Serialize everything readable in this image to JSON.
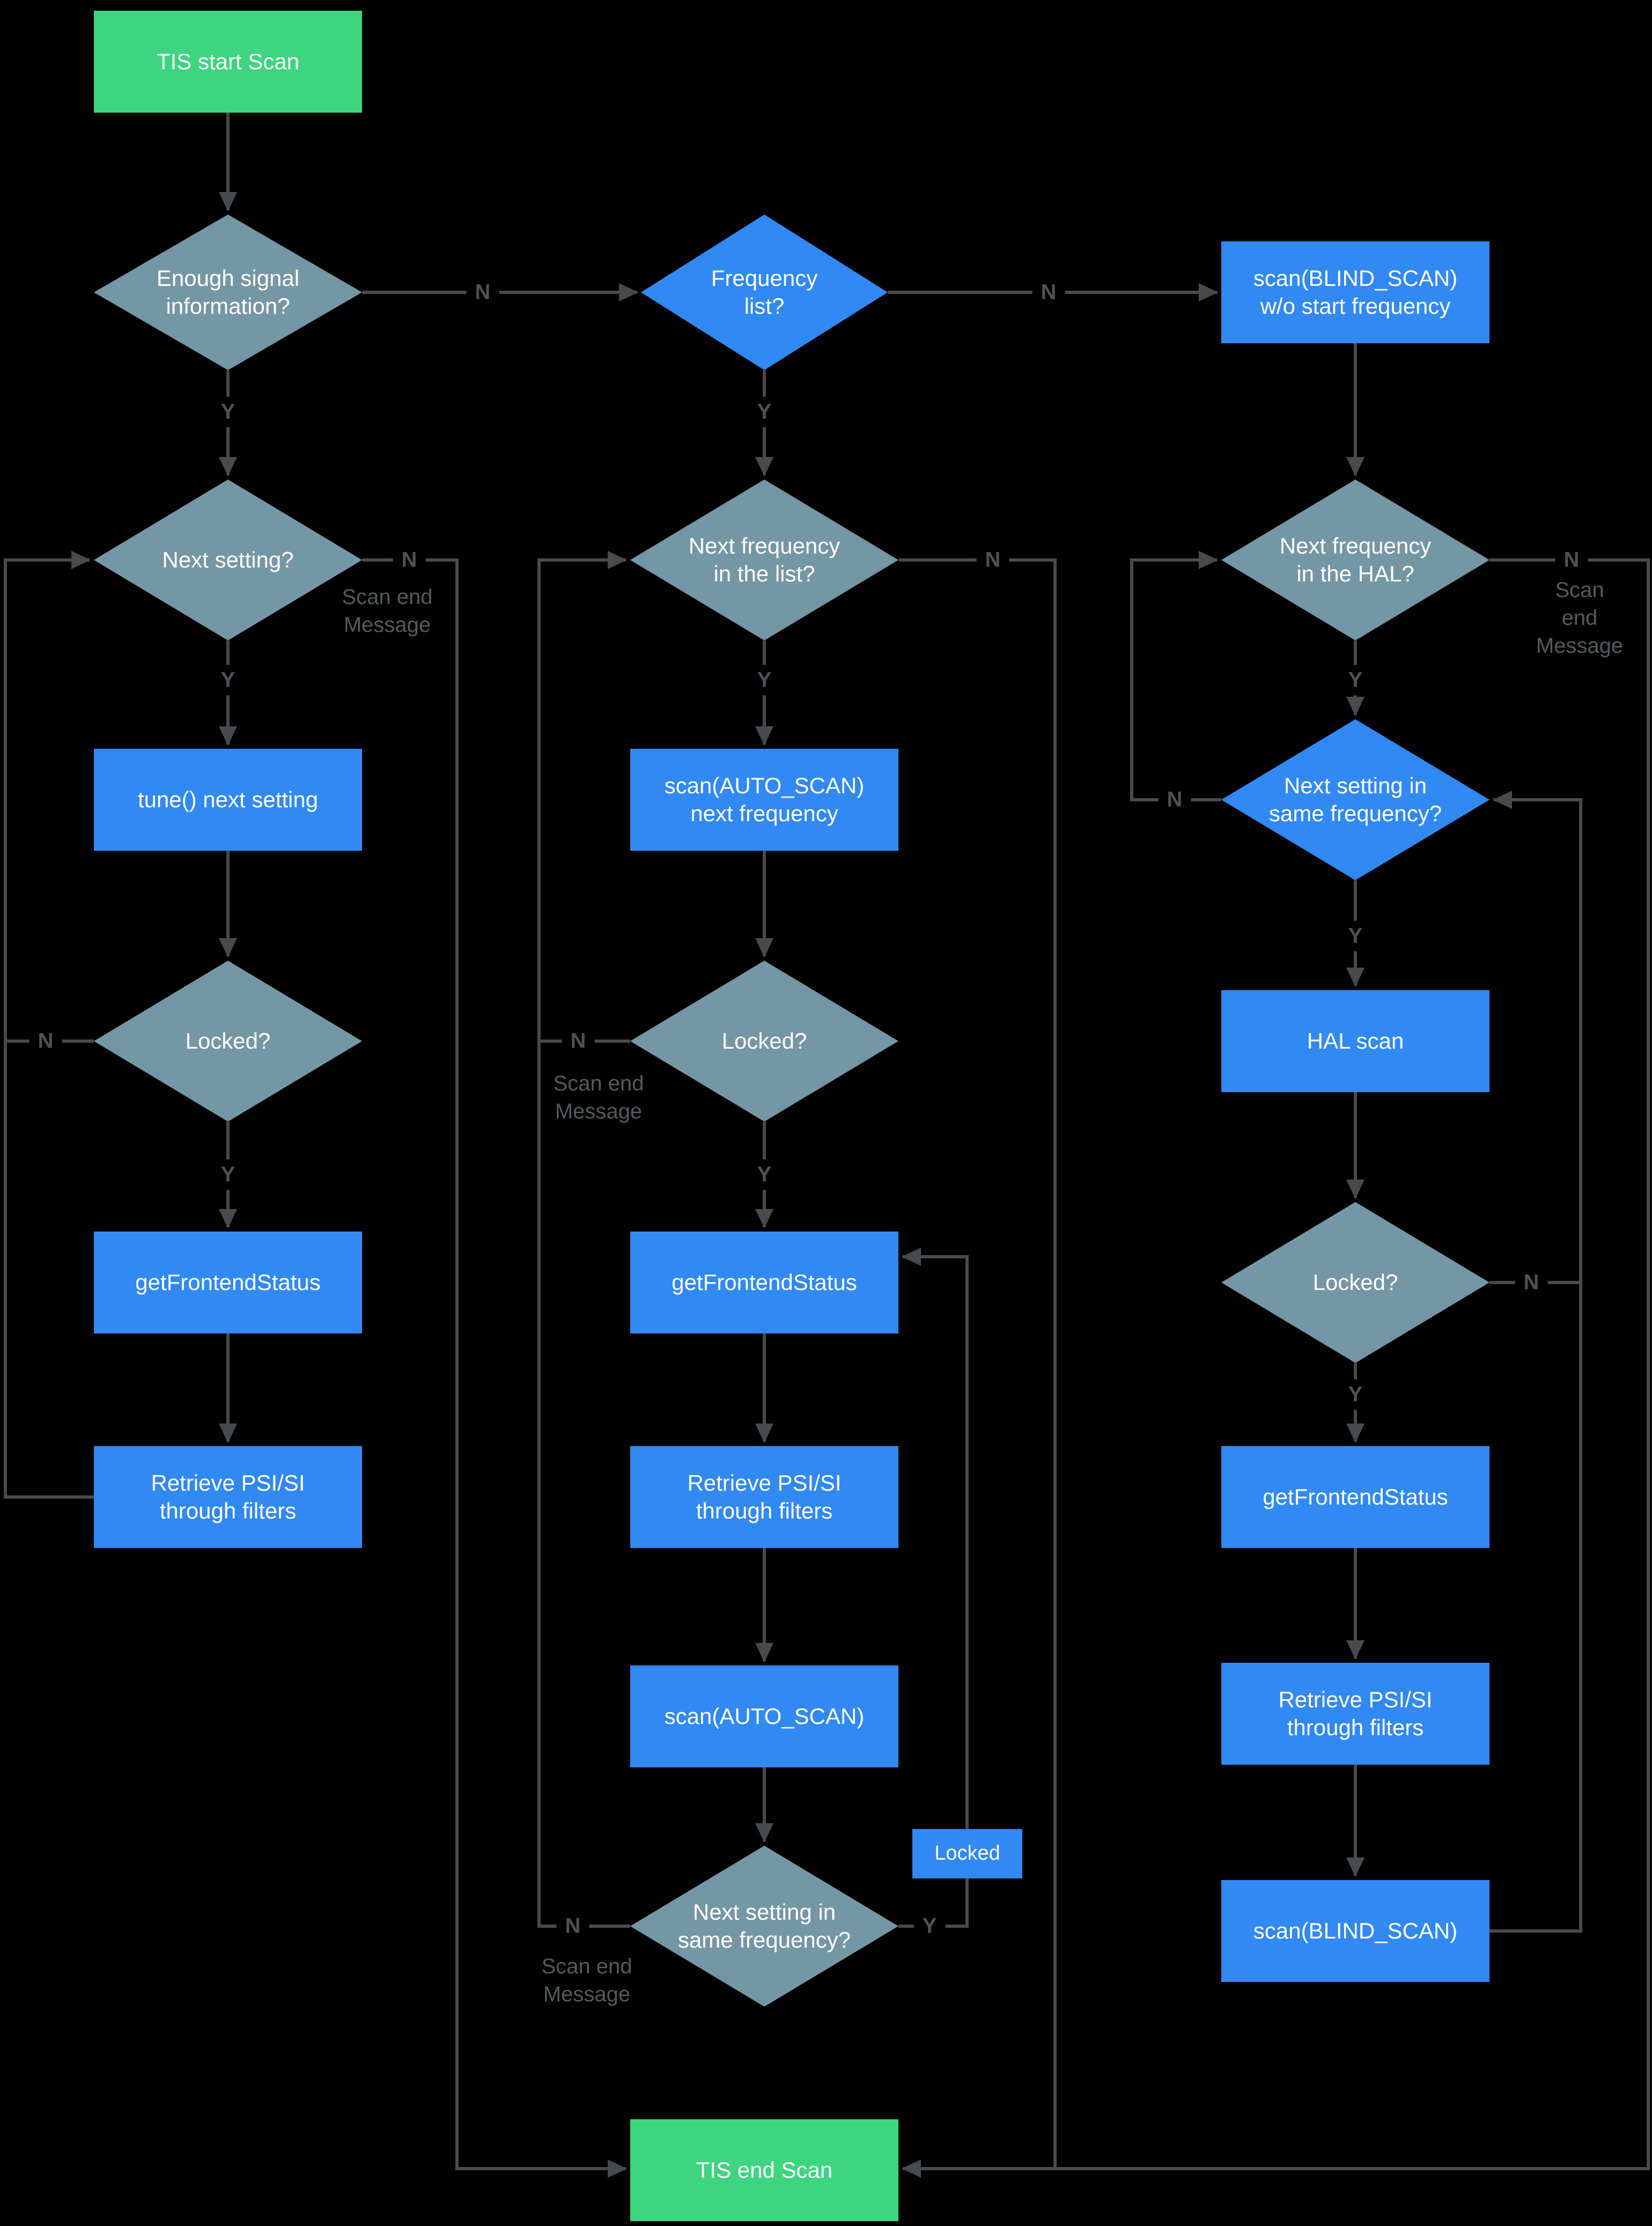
{
  "title": "TIS scan flowchart",
  "colors": {
    "background": "#000000",
    "process_blue": "#3189f4",
    "terminal_green": "#3dd57f",
    "decision_slate": "#7596a5",
    "edge_line": "#474b4d",
    "edge_label": "#4c5255",
    "message_text": "#535a5d"
  },
  "labels": {
    "yes": "Y",
    "no": "N",
    "scan_end_message": "Scan end\nMessage"
  },
  "nodes": {
    "tis_start": {
      "label": "TIS start Scan",
      "type": "terminal"
    },
    "enough_signal": {
      "label": "Enough signal\ninformation?",
      "type": "decision"
    },
    "frequency_list": {
      "label": "Frequency\nlist?",
      "type": "decision"
    },
    "blind_scan_wo": {
      "label": "scan(BLIND_SCAN)\nw/o start frequency",
      "type": "process"
    },
    "next_setting": {
      "label": "Next setting?",
      "type": "decision"
    },
    "next_freq_list": {
      "label": "Next frequency\nin the list?",
      "type": "decision"
    },
    "next_freq_hal": {
      "label": "Next frequency\nin the HAL?",
      "type": "decision"
    },
    "tune_next": {
      "label": "tune() next setting",
      "type": "process"
    },
    "scan_auto_next": {
      "label": "scan(AUTO_SCAN)\nnext frequency",
      "type": "process"
    },
    "next_setting_same_right": {
      "label": "Next setting in\nsame frequency?",
      "type": "decision"
    },
    "locked_left": {
      "label": "Locked?",
      "type": "decision"
    },
    "locked_mid": {
      "label": "Locked?",
      "type": "decision"
    },
    "hal_scan": {
      "label": "HAL scan",
      "type": "process"
    },
    "gfs_left": {
      "label": "getFrontendStatus",
      "type": "process"
    },
    "gfs_mid": {
      "label": "getFrontendStatus",
      "type": "process"
    },
    "locked_right": {
      "label": "Locked?",
      "type": "decision"
    },
    "retrieve_left": {
      "label": "Retrieve PSI/SI\nthrough filters",
      "type": "process"
    },
    "retrieve_mid": {
      "label": "Retrieve PSI/SI\nthrough filters",
      "type": "process"
    },
    "gfs_right": {
      "label": "getFrontendStatus",
      "type": "process"
    },
    "scan_auto_mid": {
      "label": "scan(AUTO_SCAN)",
      "type": "process"
    },
    "retrieve_right": {
      "label": "Retrieve PSI/SI\nthrough filters",
      "type": "process"
    },
    "locked_tag": {
      "label": "Locked",
      "type": "annotation"
    },
    "next_setting_same_mid": {
      "label": "Next setting in\nsame frequency?",
      "type": "decision"
    },
    "scan_blind_right": {
      "label": "scan(BLIND_SCAN)",
      "type": "process"
    },
    "tis_end": {
      "label": "TIS end Scan",
      "type": "terminal"
    }
  }
}
